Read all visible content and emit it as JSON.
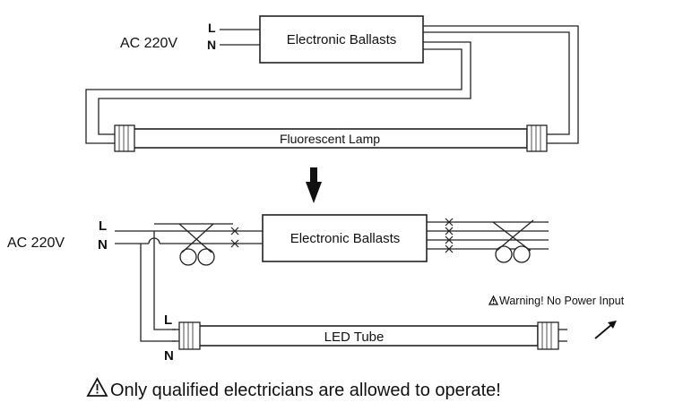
{
  "top": {
    "source_label": "AC 220V",
    "line_label": "L",
    "neutral_label": "N",
    "ballast_label": "Electronic Ballasts",
    "lamp_label": "Fluorescent Lamp"
  },
  "bottom": {
    "source_label": "AC 220V",
    "line_label": "L",
    "neutral_label": "N",
    "ballast_label": "Electronic Ballasts",
    "tube_label": "LED Tube",
    "tube_line_label": "L",
    "tube_neutral_label": "N",
    "warning_text": "Warning! No Power Input"
  },
  "footer": {
    "notice_text": "Only qualified electricians are allowed to operate!"
  },
  "icons": {
    "arrow": "down-arrow-icon",
    "warning": "warning-triangle-icon",
    "cut": "cut-mark-icon",
    "starter": "starter-icon",
    "pointer": "pointer-arrow-icon"
  }
}
